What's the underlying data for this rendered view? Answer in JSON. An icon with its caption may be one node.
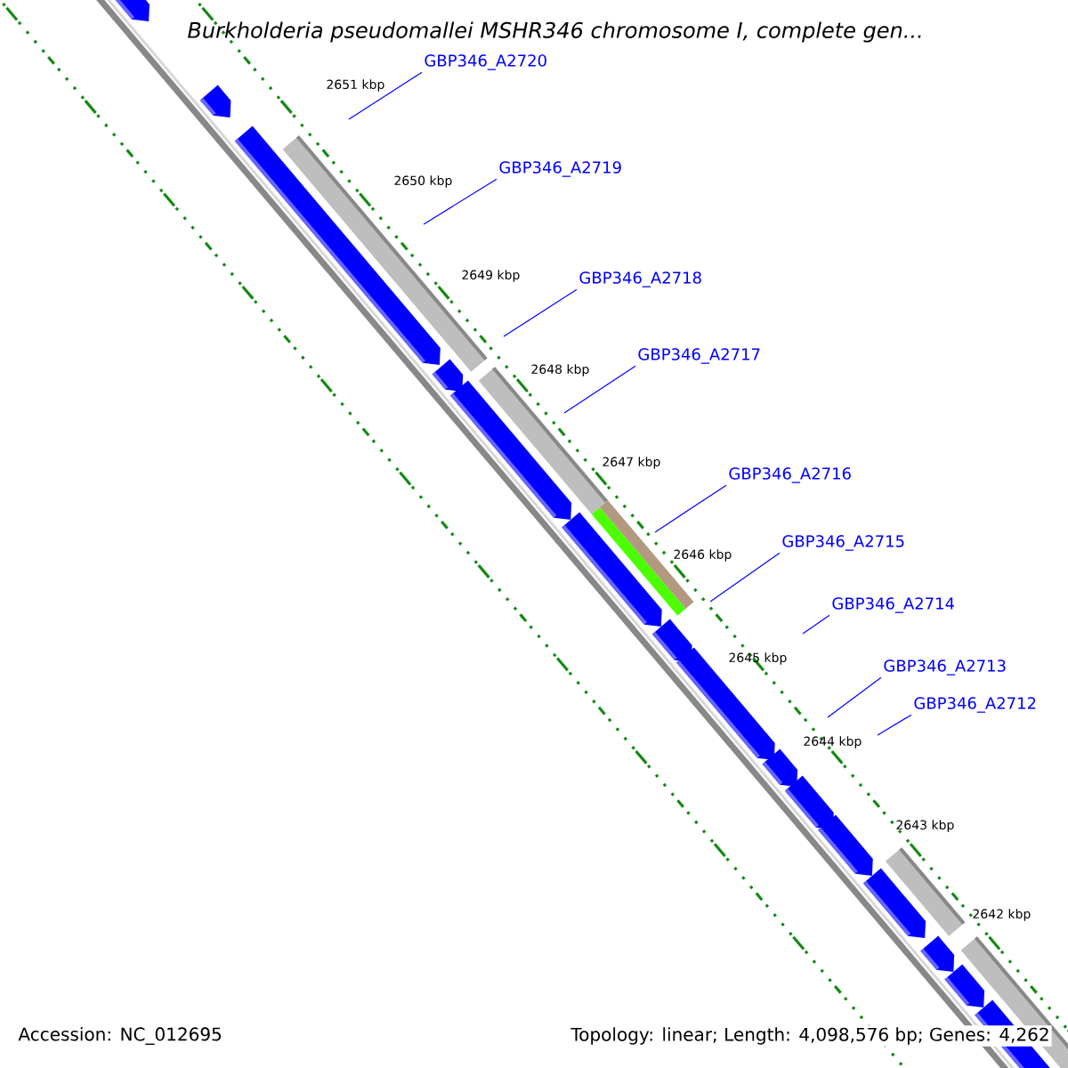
{
  "diagram": {
    "title": "Burkholderia pseudomallei MSHR346 chromosome I, complete gen...",
    "nodes": [
      {
        "text": [
          "GBP346_A2720"
        ]
      },
      {
        "text": [
          "GBP346_A2719"
        ]
      },
      {
        "text": [
          "GBP346_A2718"
        ]
      },
      {
        "text": [
          "GBP346_A2717"
        ]
      },
      {
        "text": [
          "GBP346_A2716"
        ]
      },
      {
        "text": [
          "GBP346_A2715"
        ]
      },
      {
        "text": [
          "GBP346_A2714"
        ]
      },
      {
        "text": [
          "GBP346_A2713"
        ]
      },
      {
        "text": [
          "GBP346_A2712"
        ]
      }
    ],
    "edges": [
      {
        "from": 0,
        "to": null,
        "arrow": "none"
      },
      {
        "from": 1,
        "to": null,
        "arrow": "none"
      },
      {
        "from": 2,
        "to": null,
        "arrow": "none"
      },
      {
        "from": 3,
        "to": null,
        "arrow": "none"
      },
      {
        "from": 4,
        "to": null,
        "arrow": "none"
      },
      {
        "from": 5,
        "to": null,
        "arrow": "none"
      },
      {
        "from": 6,
        "to": null,
        "arrow": "none"
      },
      {
        "from": 7,
        "to": null,
        "arrow": "none"
      },
      {
        "from": 8,
        "to": null,
        "arrow": "none"
      }
    ],
    "labels": [
      "2651 kbp",
      "2650 kbp",
      "2649 kbp",
      "2648 kbp",
      "2647 kbp",
      "2646 kbp",
      "2645 kbp",
      "2644 kbp",
      "2643 kbp",
      "2642 kbp",
      "Accession: NC_012695",
      "Topology: linear; Length: 4,098,576 bp; Genes: 4,262"
    ]
  }
}
